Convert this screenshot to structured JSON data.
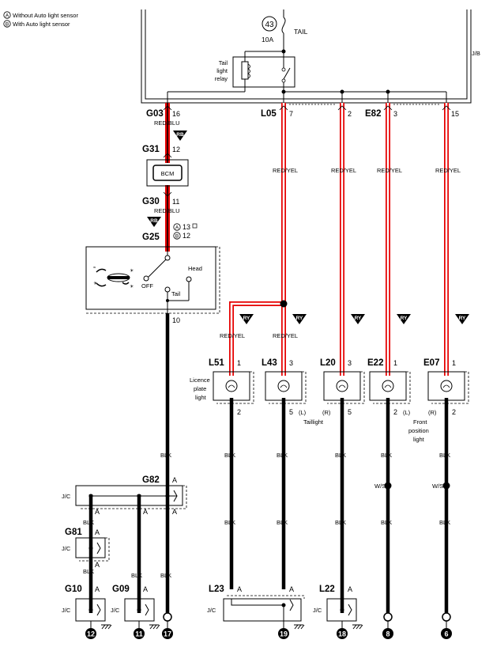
{
  "legend": {
    "a_label": "A",
    "a_text": "Without Auto light sensor",
    "b_label": "B",
    "b_text": "With Auto light sensor"
  },
  "fuse": {
    "number": "43",
    "name": "TAIL",
    "rating": "10A"
  },
  "relay": {
    "label_line1": "Tail",
    "label_line2": "light",
    "label_line3": "relay"
  },
  "jb_label": "J/B",
  "bcm_label": "BCM",
  "badges": {
    "rb": "RB",
    "ry": "RY"
  },
  "switch": {
    "off": "OFF",
    "head": "Head",
    "tail": "Tail"
  },
  "connectors": {
    "g03": "G03",
    "l05": "L05",
    "e82": "E82",
    "g31": "G31",
    "g30": "G30",
    "g25": "G25",
    "l51": "L51",
    "l43": "L43",
    "l20": "L20",
    "e22": "E22",
    "e07": "E07",
    "g82": "G82",
    "g81": "G81",
    "g10": "G10",
    "g09": "G09",
    "l23": "L23",
    "l22": "L22"
  },
  "pins": {
    "g03": "16",
    "l05": "7",
    "l05b": "2",
    "e82": "3",
    "e82b": "15",
    "g31": "12",
    "g30": "11",
    "g25a": "13",
    "g25b": "12",
    "g25_10": "10",
    "l51_1": "1",
    "l51_2": "2",
    "l43_3": "3",
    "l43_5": "5",
    "l20_3": "3",
    "l20_5": "5",
    "e22_1": "1",
    "e22_2": "2",
    "e07_1": "1",
    "e07_2": "2",
    "a": "A"
  },
  "wires": {
    "red_blu": "RED/BLU",
    "red_yel": "RED/YEL",
    "blk": "BLK",
    "ws": "W/S"
  },
  "lamps": {
    "licence_1": "Licence",
    "licence_2": "plate",
    "licence_3": "light",
    "taillight": "Taillight",
    "front_1": "Front",
    "front_2": "position",
    "front_3": "light",
    "l": "(L)",
    "r": "(R)"
  },
  "jc": "J/C",
  "grounds": {
    "g12": "12",
    "g11": "11",
    "g17": "17",
    "g19": "19",
    "g18": "18",
    "g8": "8",
    "g6": "6"
  }
}
